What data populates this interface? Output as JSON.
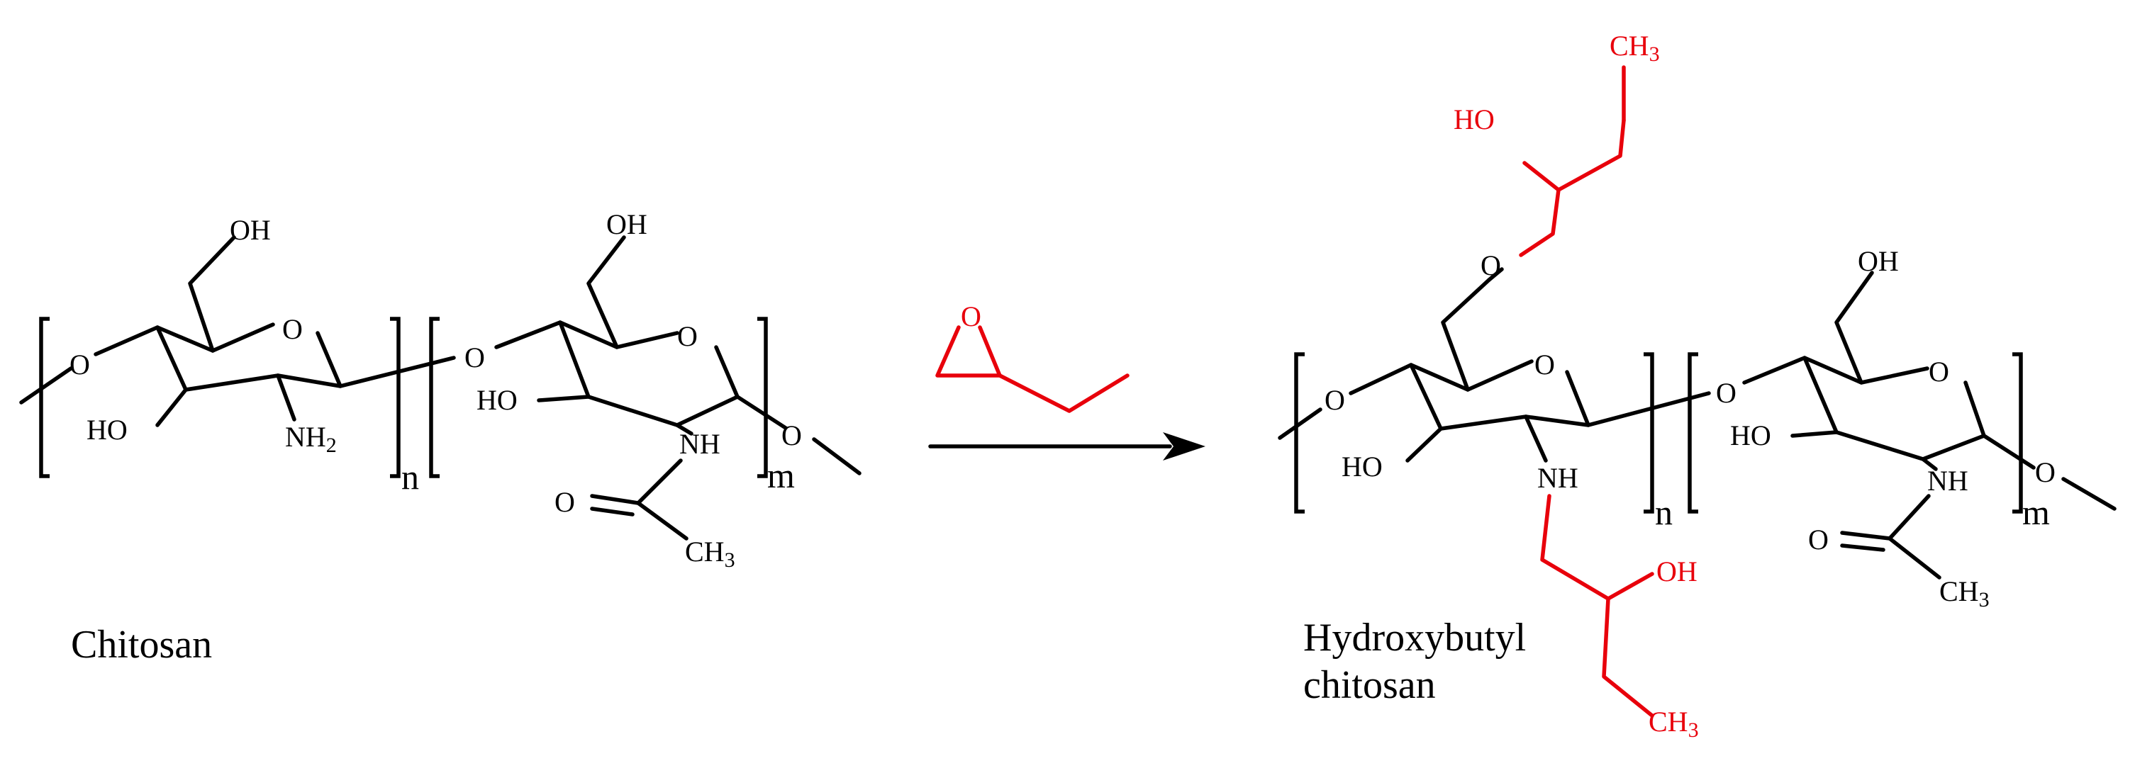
{
  "colors": {
    "structure": "#000000",
    "substituent": "#e8000b"
  },
  "atoms": {
    "O": "O",
    "OH": "OH",
    "HO": "HO",
    "NH": "NH",
    "NH2": "NH",
    "CH3": "CH",
    "sub_2": "2",
    "sub_3": "3"
  },
  "repeat": {
    "n": "n",
    "m": "m"
  },
  "labels": {
    "reactant": "Chitosan",
    "product_line1": "Hydroxybutyl",
    "product_line2": "chitosan"
  }
}
